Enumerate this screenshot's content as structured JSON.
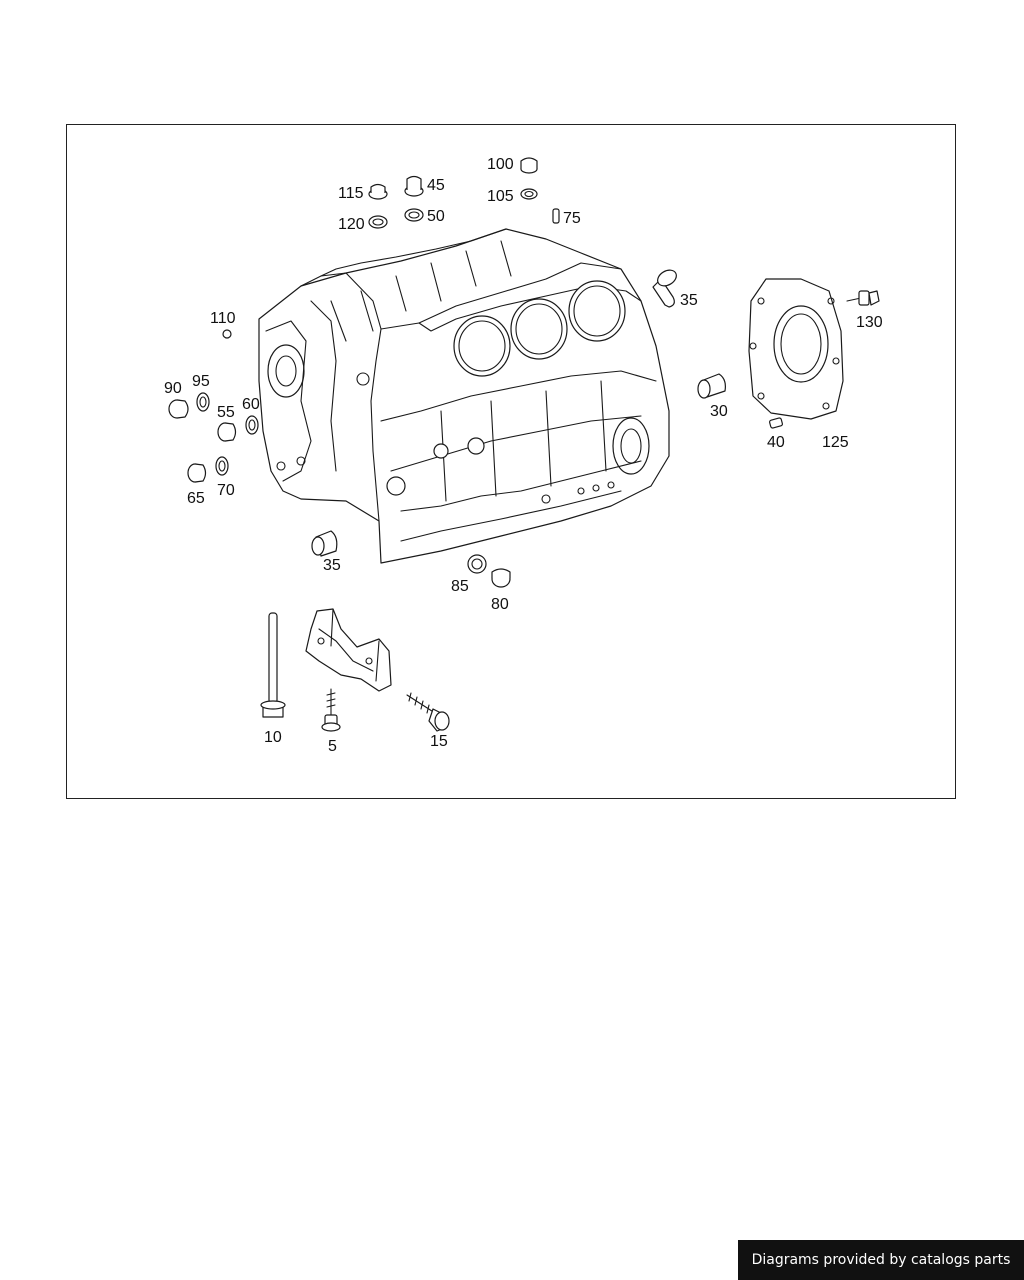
{
  "diagram": {
    "callouts": {
      "c100": "100",
      "c115": "115",
      "c45": "45",
      "c105": "105",
      "c120": "120",
      "c50": "50",
      "c75": "75",
      "c35a": "35",
      "c130": "130",
      "c110": "110",
      "c90": "90",
      "c95": "95",
      "c55": "55",
      "c60": "60",
      "c30": "30",
      "c40": "40",
      "c125": "125",
      "c65": "65",
      "c70": "70",
      "c35b": "35",
      "c85": "85",
      "c80": "80",
      "c10": "10",
      "c5": "5",
      "c15": "15"
    }
  },
  "footer": {
    "credit": "Diagrams provided by catalogs parts"
  }
}
